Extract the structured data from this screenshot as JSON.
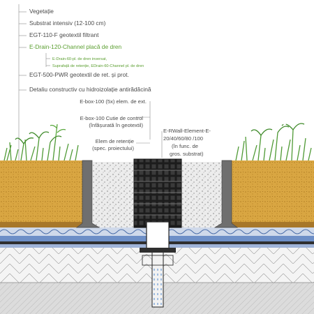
{
  "labels": {
    "vegetation": "Vegetație",
    "substrate": "Substrat intensiv (12-100 cm)",
    "filter": "EGT-110-F geotextil filtrant",
    "drain_channel": "E-Drain-120-Channel placă de dren",
    "drain_sub1": "E-Drain-60-pl. de dren inversat,",
    "drain_sub2": "Suprafață de retenție, EDrain-60-Channel pl. de dren",
    "protection": "EGT-500-PWR geotextil de ret. și prot.",
    "detail": "Detaliu constructiv cu hidroizolație antirădăcină",
    "ebox_ext": "E-box-100 (5x) elem. de ext.",
    "ebox_control_1": "E-box-100 Cutie de control",
    "ebox_control_2": "(înfășurată în geotextil)",
    "retention_1": "Elem de retenție",
    "retention_2": "(spec. proiectului)",
    "rwall_1": "E-RWall-Element-E-",
    "rwall_2": "20/40/60/80 /100",
    "rwall_3": "(în func. de",
    "rwall_4": "gros. substrat)"
  },
  "colors": {
    "substrate": "#d9a642",
    "vegetation": "#4f9a35",
    "drain_blue": "#6d8fc7",
    "gravel": "#e6e6e6",
    "concrete": "#d8d8d8",
    "wall": "#6f6f6f",
    "label_text": "#4a4a4a",
    "label_green": "#5a9e2f"
  }
}
